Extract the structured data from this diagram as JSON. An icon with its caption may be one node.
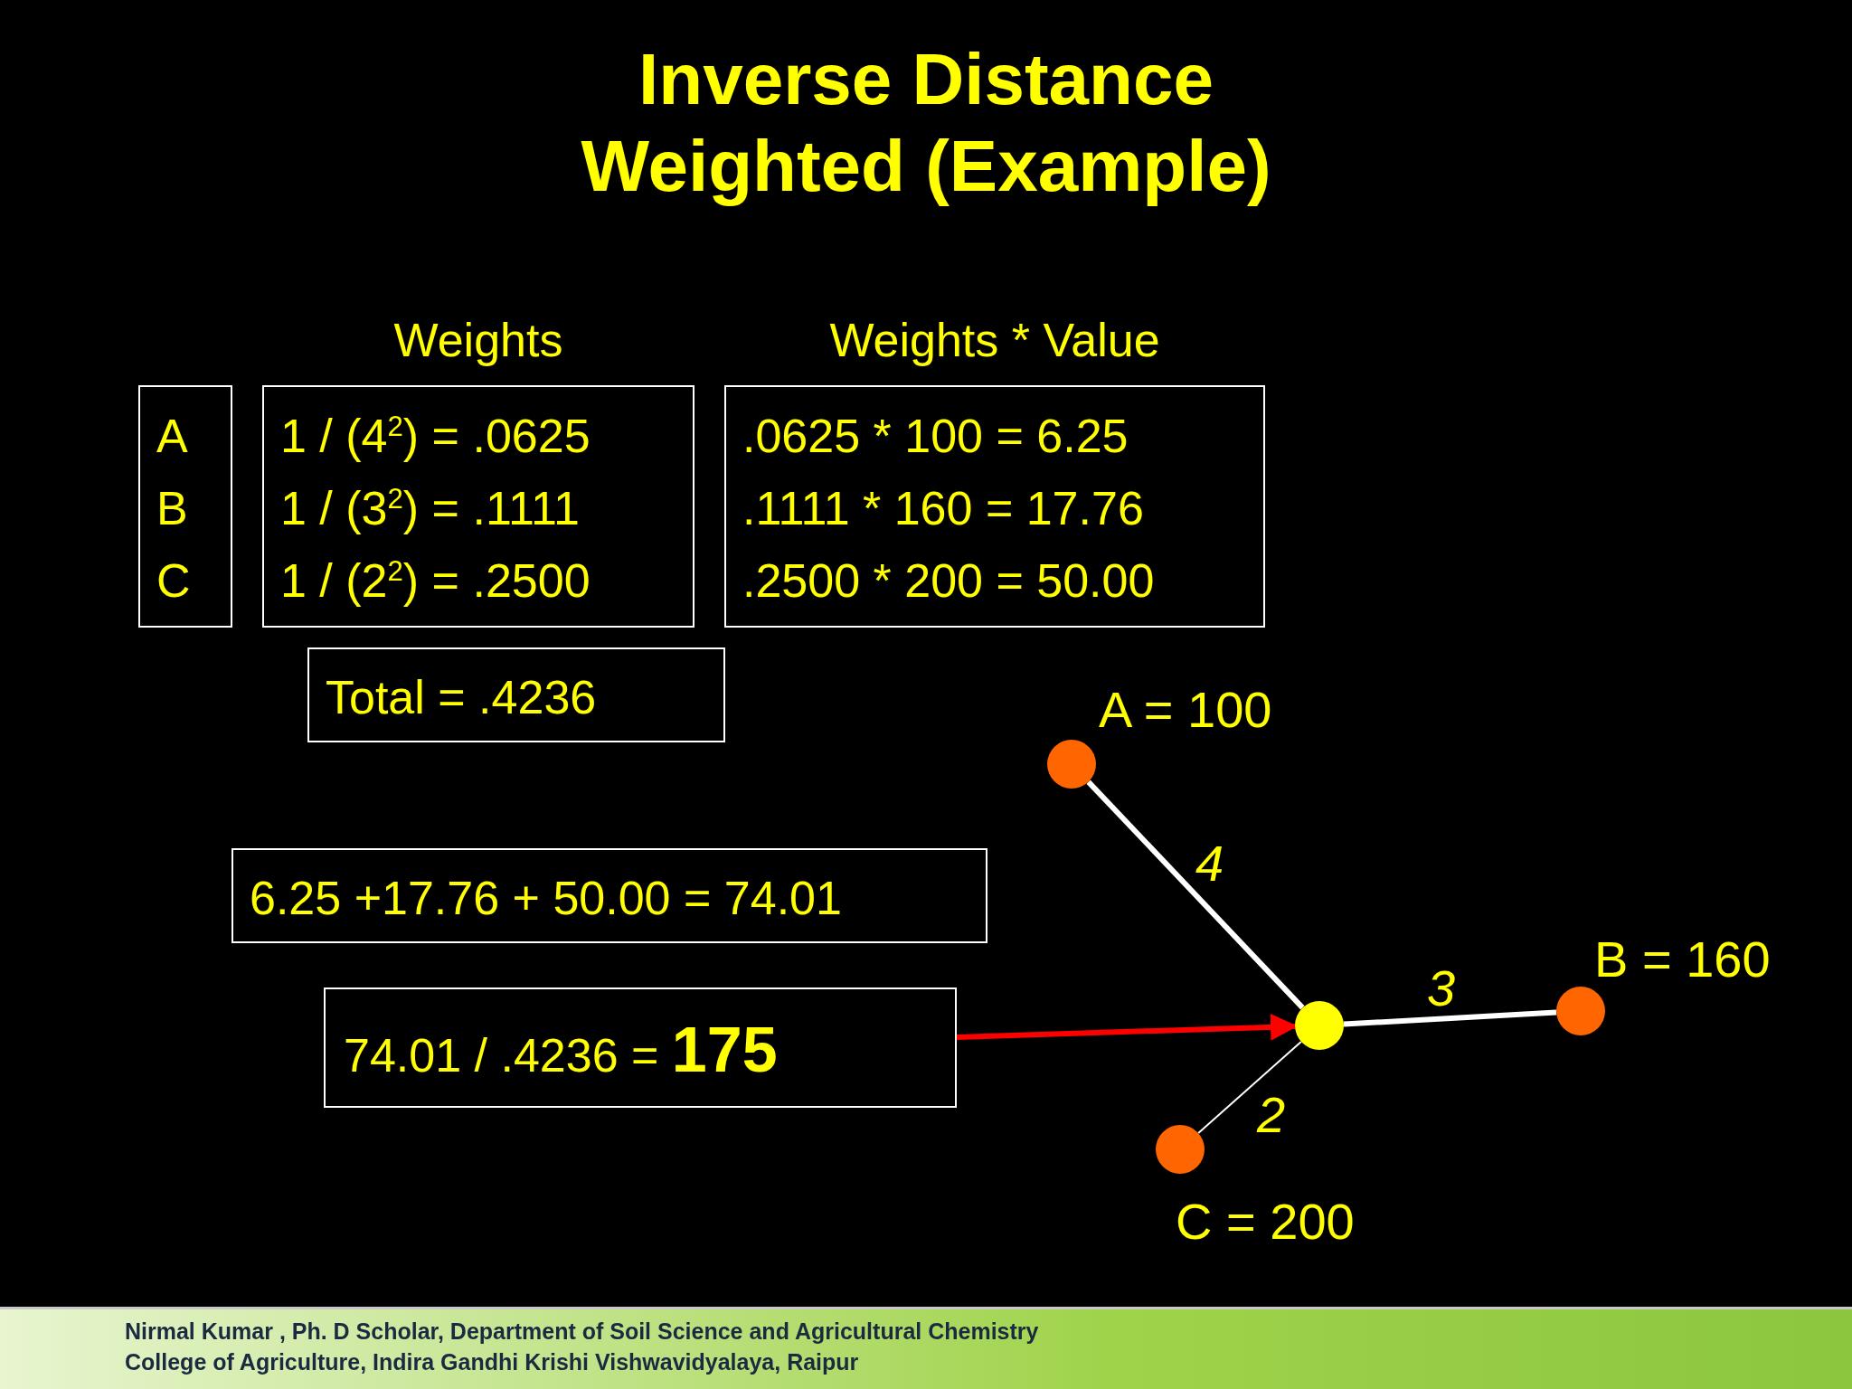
{
  "diagram": {
    "title": "Inverse Distance Weighted (Example)",
    "nodes": [
      {
        "text": [
          "A",
          "B",
          "C"
        ]
      },
      {
        "text": [
          "Weights",
          "1 / (4$^{2}$) = .0625",
          "1 / (3$^{2}$) = .1111",
          "1 / (2$^{2}$) = .2500"
        ]
      },
      {
        "text": [
          "Weights * Value",
          ".0625 * 100 = 6.25",
          ".1111 * 160 = 17.76",
          ".2500 * 200 = 50.00"
        ]
      },
      {
        "text": [
          "Total = .4236"
        ]
      },
      {
        "text": [
          "6.25 +17.76 + 50.00 = 74.01"
        ]
      },
      {
        "text": [
          "74.01 / .4236 = **175**"
        ]
      },
      {
        "text": [],
        "shape": "circle",
        "beside": [
          "A = 100"
        ]
      },
      {
        "text": [],
        "shape": "circle",
        "beside": [
          "B = 160"
        ]
      },
      {
        "text": [],
        "shape": "circle",
        "beside": [
          "C = 200"
        ]
      },
      {
        "text": [],
        "shape": "circle"
      }
    ],
    "edges": [
      {
        "from": 6,
        "to": 9,
        "arrow": "none",
        "label": "4"
      },
      {
        "from": 7,
        "to": 9,
        "arrow": "none",
        "label": "3"
      },
      {
        "from": 8,
        "to": 9,
        "arrow": "none",
        "label": "2"
      },
      {
        "from": 5,
        "to": 9,
        "arrow": "to",
        "color": "#ff0000"
      }
    ],
    "labels": [
      "Nirmal Kumar , Ph. D Scholar, Department of Soil Science and Agricultural Chemistry",
      "College of Agriculture, Indira Gandhi Krishi Vishwavidyalaya, Raipur"
    ]
  }
}
